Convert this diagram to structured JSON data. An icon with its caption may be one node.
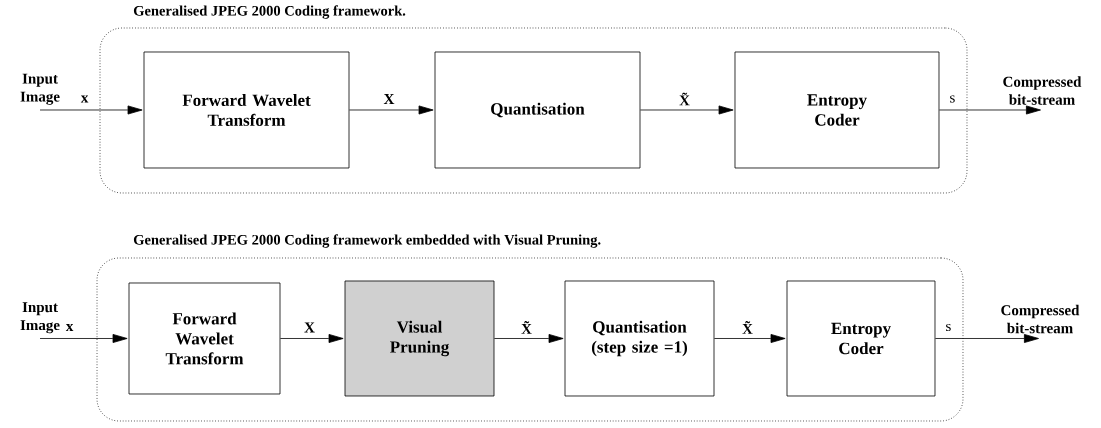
{
  "diagram": {
    "nodes": [
      {
        "text": [
          "Generalised JPEG 2000 Coding framework."
        ]
      },
      {
        "text": [
          "Input Image"
        ]
      },
      {
        "text": [
          "Forward Wavelet Transform"
        ],
        "in": 0
      },
      {
        "text": [
          "Quantisation"
        ],
        "in": 0
      },
      {
        "text": [
          "Entropy Coder"
        ],
        "in": 0
      },
      {
        "text": [
          "Compressed bit-stream"
        ]
      },
      {
        "text": [
          "Generalised JPEG 2000 Coding framework embedded with Visual Pruning."
        ]
      },
      {
        "text": [
          "Input Image"
        ]
      },
      {
        "text": [
          "Forward Wavelet Transform"
        ],
        "in": 6
      },
      {
        "text": [
          "Visual Pruning"
        ],
        "in": 6
      },
      {
        "text": [
          "Quantisation (step size =1)"
        ],
        "in": 6
      },
      {
        "text": [
          "Entropy Coder"
        ],
        "in": 6
      },
      {
        "text": [
          "Compressed bit-stream"
        ]
      }
    ],
    "edges": [
      {
        "from": 1,
        "to": 2,
        "arrow": "to",
        "label": "x"
      },
      {
        "from": 2,
        "to": 3,
        "arrow": "to",
        "label": "X"
      },
      {
        "from": 3,
        "to": 4,
        "arrow": "to",
        "label": "X̃"
      },
      {
        "from": 4,
        "to": 5,
        "arrow": "to",
        "label": "s"
      },
      {
        "from": 7,
        "to": 8,
        "arrow": "to",
        "label": "x"
      },
      {
        "from": 8,
        "to": 9,
        "arrow": "to",
        "label": "X"
      },
      {
        "from": 9,
        "to": 10,
        "arrow": "to",
        "label": "X̃"
      },
      {
        "from": 10,
        "to": 11,
        "arrow": "to",
        "label": "X̃"
      },
      {
        "from": 11,
        "to": 12,
        "arrow": "to",
        "label": "s"
      }
    ]
  }
}
